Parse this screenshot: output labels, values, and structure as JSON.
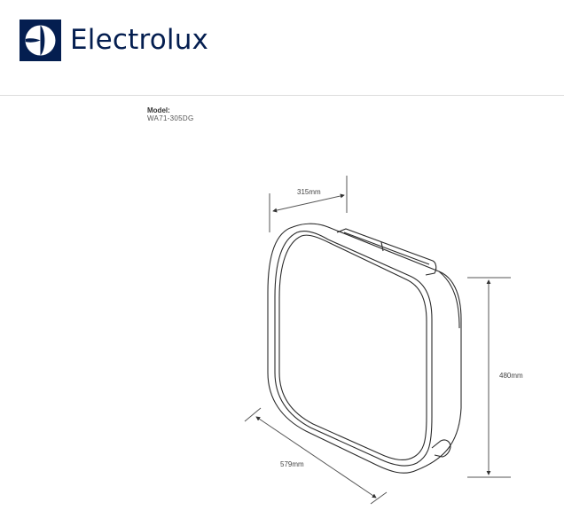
{
  "header": {
    "brand": "Electrolux",
    "logo_icon": "electrolux-logo-icon",
    "brand_color": "#041e50"
  },
  "product": {
    "model_label": "Model:",
    "model_value": "WA71-305DG"
  },
  "dimensions": {
    "depth": "315mm",
    "height": "480mm",
    "width": "579mm"
  },
  "colors": {
    "line": "#2a2a2a",
    "dimension_line": "#555555",
    "divider": "#dcdcdc"
  }
}
